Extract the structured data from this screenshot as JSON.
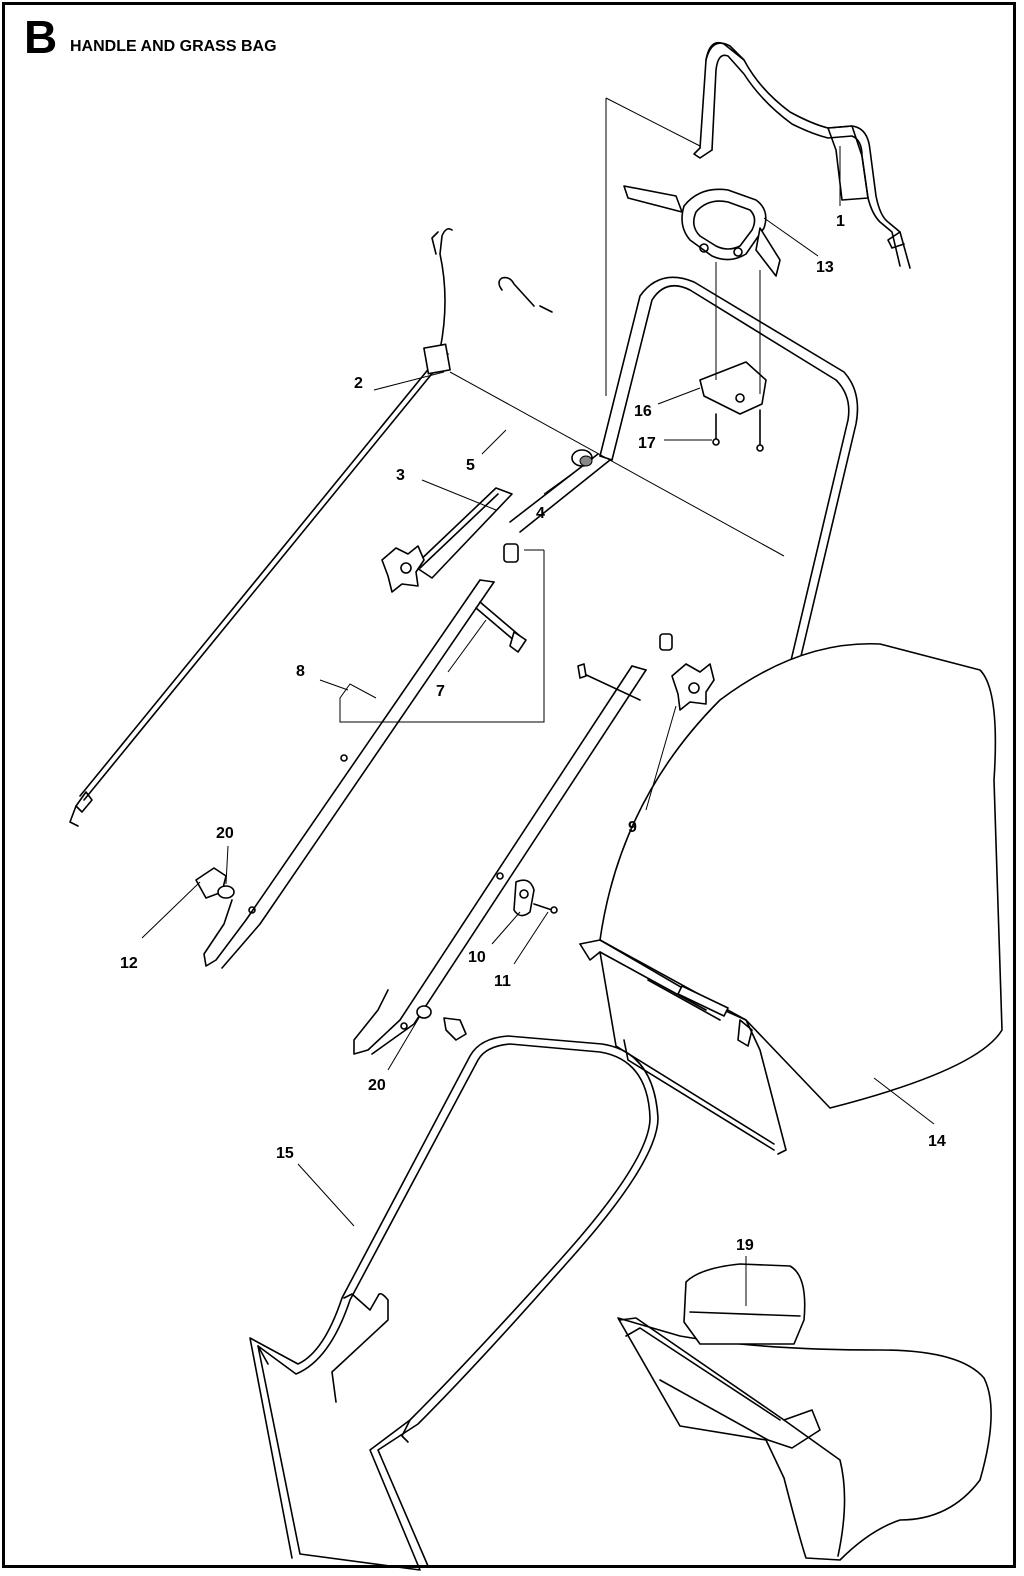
{
  "header": {
    "section_letter": "B",
    "section_title": "HANDLE AND GRASS BAG"
  },
  "callouts": {
    "c1": "1",
    "c2": "2",
    "c3": "3",
    "c4": "4",
    "c5": "5",
    "c7": "7",
    "c8": "8",
    "c9": "9",
    "c10": "10",
    "c11": "11",
    "c12": "12",
    "c13": "13",
    "c14": "14",
    "c15": "15",
    "c16": "16",
    "c17": "17",
    "c19": "19",
    "c20a": "20",
    "c20b": "20"
  }
}
